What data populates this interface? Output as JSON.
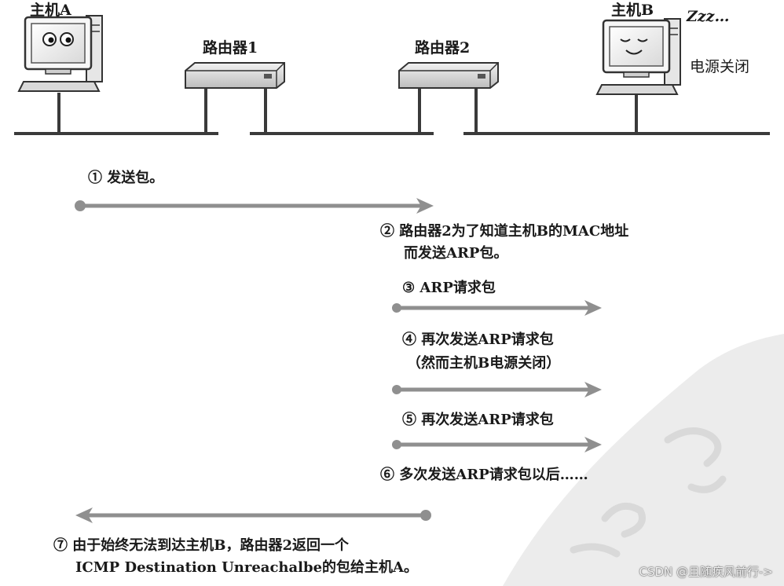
{
  "devices": {
    "host_a": "主机A",
    "router_1": "路由器1",
    "router_2": "路由器2",
    "host_b": "主机B",
    "sleep": "Zzz…",
    "power_off": "电源关闭"
  },
  "steps": {
    "s1": "① 发送包。",
    "s2_line1": "② 路由器2为了知道主机B的MAC地址",
    "s2_line2": "而发送ARP包。",
    "s3": "③ ARP请求包",
    "s4_line1": "④ 再次发送ARP请求包",
    "s4_line2": "（然而主机B电源关闭）",
    "s5": "⑤ 再次发送ARP请求包",
    "s6": "⑥ 多次发送ARP请求包以后……",
    "s7_line1": "⑦ 由于始终无法到达主机B，路由器2返回一个",
    "s7_line2": "ICMP Destination Unreachalbe的包给主机A。"
  },
  "watermark": "CSDN @且随疾风前行->",
  "colors": {
    "arrow": "#8f8f8f",
    "line": "#3a3a3a",
    "wash": "#ececec"
  }
}
